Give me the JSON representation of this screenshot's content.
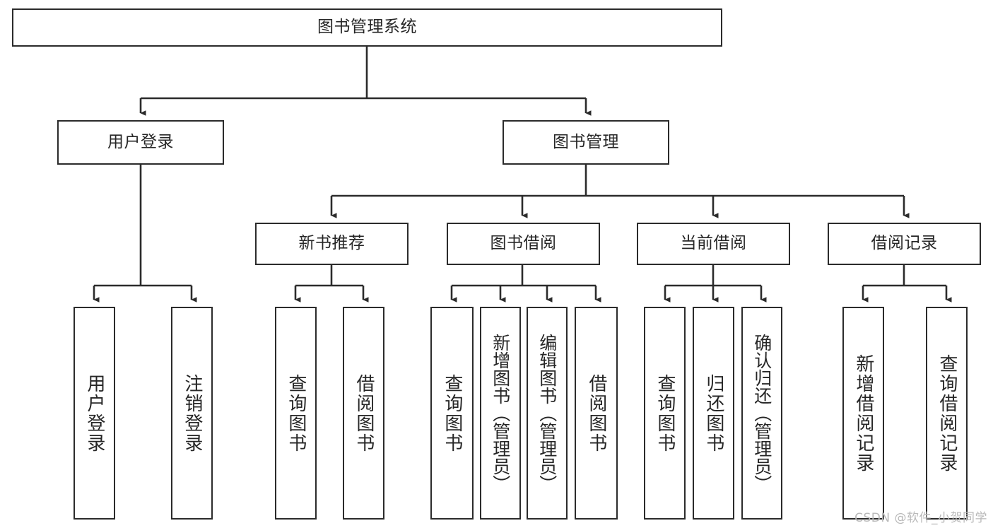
{
  "diagram": {
    "title": "图书管理系统",
    "type": "tree-hierarchy",
    "watermark": "CSDN @软件_小贺同学",
    "colors": {
      "background": "#ffffff",
      "box_border": "#2b2b2b",
      "box_fill": "#ffffff",
      "text": "#262626",
      "connector": "#2b2b2b",
      "watermark": "#b9b9b9"
    },
    "levels": {
      "root": {
        "label": "图书管理系统"
      },
      "level2": [
        {
          "label": "用户登录"
        },
        {
          "label": "图书管理"
        }
      ],
      "level3": [
        {
          "label": "新书推荐"
        },
        {
          "label": "图书借阅"
        },
        {
          "label": "当前借阅"
        },
        {
          "label": "借阅记录"
        }
      ],
      "leaves": {
        "user_login": [
          {
            "label": "用户登录"
          },
          {
            "label": "注销登录"
          }
        ],
        "new_book_recommend": [
          {
            "label": "查询图书"
          },
          {
            "label": "借阅图书"
          }
        ],
        "book_borrow": [
          {
            "label": "查询图书"
          },
          {
            "label": "新增图书（管理员）"
          },
          {
            "label": "编辑图书（管理员）"
          },
          {
            "label": "借阅图书"
          }
        ],
        "current_borrow": [
          {
            "label": "查询图书"
          },
          {
            "label": "归还图书"
          },
          {
            "label": "确认归还（管理员）"
          }
        ],
        "borrow_record": [
          {
            "label": "新增借阅记录"
          },
          {
            "label": "查询借阅记录"
          }
        ]
      }
    }
  }
}
